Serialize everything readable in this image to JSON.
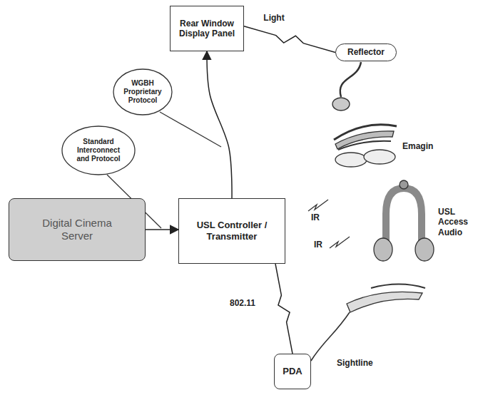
{
  "diagram": {
    "nodes": [
      {
        "text": [
          "Rear Window Display Panel"
        ]
      },
      {
        "text": [
          "WGBH Proprietary Protocol"
        ]
      },
      {
        "text": [
          "Standard Interconnect and Protocol"
        ]
      },
      {
        "text": [
          "Digital Cinema Server"
        ]
      },
      {
        "text": [
          "USL Controller / Transmitter"
        ]
      },
      {
        "text": [
          "Reflector"
        ]
      },
      {
        "text": [
          "PDA"
        ]
      }
    ],
    "edges": [
      {
        "from": 3,
        "to": 4,
        "arrow": "to"
      },
      {
        "from": 4,
        "to": 0,
        "arrow": "to"
      },
      {
        "from": 0,
        "to": 5,
        "label": "Light",
        "arrow": "none"
      },
      {
        "from": 4,
        "to": 6,
        "label": "802.11",
        "arrow": "none"
      }
    ],
    "labels": [
      "Emagin",
      "IR",
      "IR",
      "USL Access Audio",
      "Sightline"
    ]
  }
}
